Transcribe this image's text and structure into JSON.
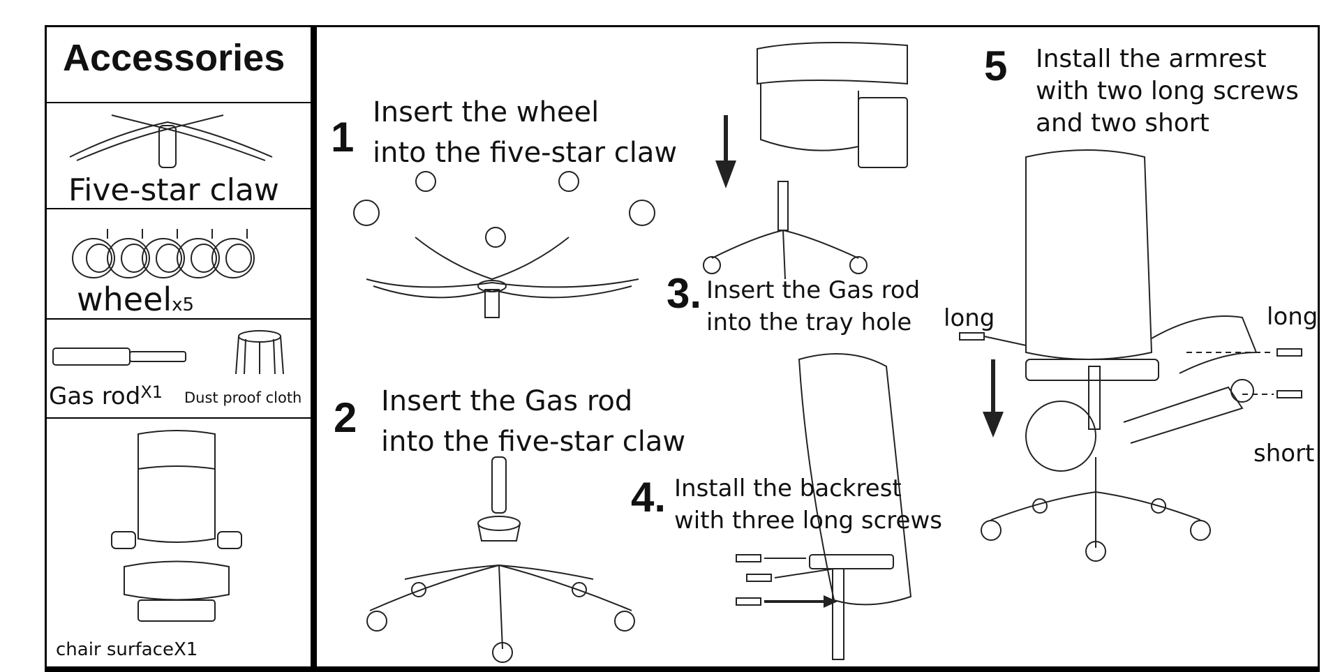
{
  "accessories": {
    "title": "Accessories",
    "items": [
      {
        "label": "Five-star claw"
      },
      {
        "label": "wheel",
        "qty": "x5"
      },
      {
        "label": "Gas rod",
        "qty": "X1",
        "extra": "Dust proof cloth"
      },
      {
        "label": "chair surface",
        "qty": "X1"
      }
    ]
  },
  "steps": [
    {
      "num": "1",
      "line1": "Insert the wheel",
      "line2": "into the five-star claw"
    },
    {
      "num": "2",
      "line1": "Insert the Gas rod",
      "line2": "into the five-star claw"
    },
    {
      "num": "3.",
      "line1": "Insert the Gas rod",
      "line2": "into the tray hole"
    },
    {
      "num": "4.",
      "line1": "Install the backrest",
      "line2": "with three long screws"
    },
    {
      "num": "5",
      "line1": "Install the armrest",
      "line2": "with two long screws",
      "line3": "and two short"
    }
  ],
  "step5_labels": {
    "left": "long",
    "right": "long",
    "short": "short"
  }
}
